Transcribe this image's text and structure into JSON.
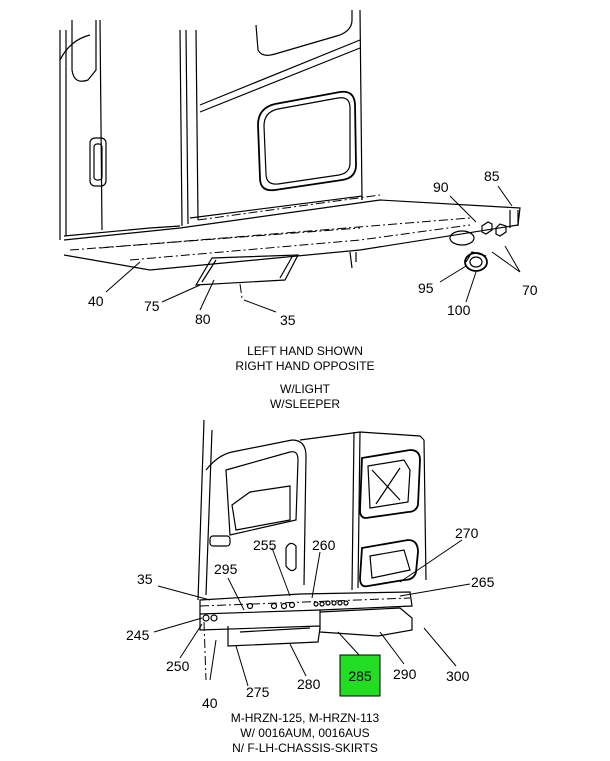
{
  "top_view": {
    "callouts": {
      "c90": "90",
      "c85": "85",
      "c95": "95",
      "c70": "70",
      "c100": "100",
      "c40": "40",
      "c75": "75",
      "c80": "80",
      "c35": "35"
    },
    "notes": [
      "LEFT HAND SHOWN",
      "RIGHT HAND OPPOSITE",
      "W/LIGHT",
      "W/SLEEPER"
    ]
  },
  "bottom_view": {
    "callouts": {
      "c255": "255",
      "c260": "260",
      "c270": "270",
      "c35": "35",
      "c295": "295",
      "c265": "265",
      "c245": "245",
      "c250": "250",
      "c40": "40",
      "c275": "275",
      "c280": "280",
      "c285": "285",
      "c290": "290",
      "c300": "300"
    },
    "highlighted_callout": "285",
    "highlight_color": "#22dd22",
    "notes": [
      "M-HRZN-125, M-HRZN-113",
      "W/ 0016AUM, 0016AUS",
      "N/ F-LH-CHASSIS-SKIRTS"
    ]
  }
}
